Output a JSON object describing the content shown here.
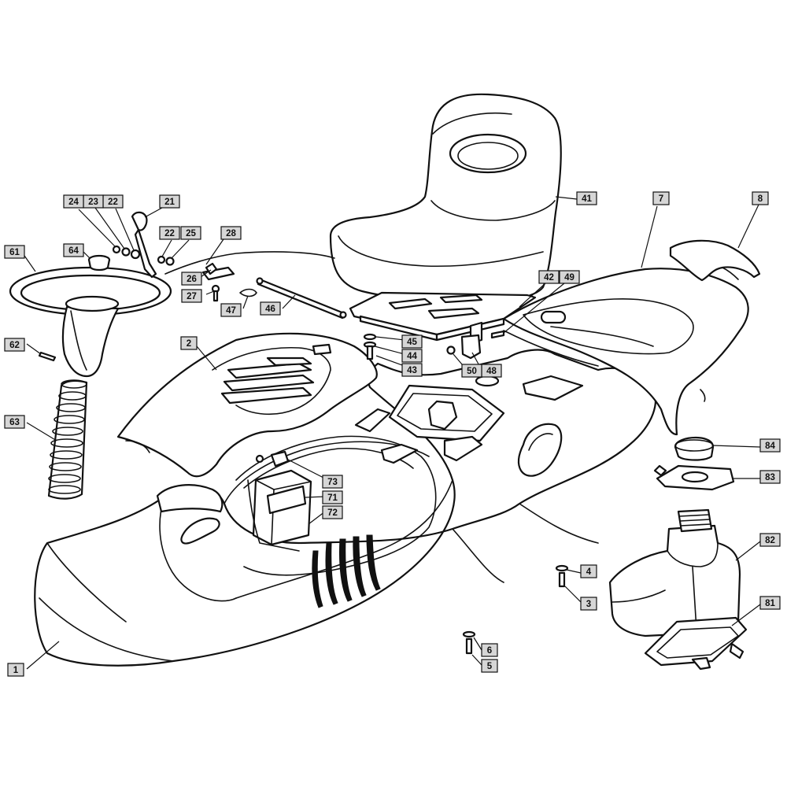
{
  "labels": [
    {
      "id": "1",
      "text": "1"
    },
    {
      "id": "2",
      "text": "2"
    },
    {
      "id": "3",
      "text": "3"
    },
    {
      "id": "4",
      "text": "4"
    },
    {
      "id": "5",
      "text": "5"
    },
    {
      "id": "6",
      "text": "6"
    },
    {
      "id": "7",
      "text": "7"
    },
    {
      "id": "8",
      "text": "8"
    },
    {
      "id": "21",
      "text": "21"
    },
    {
      "id": "22a",
      "text": "22"
    },
    {
      "id": "22b",
      "text": "22"
    },
    {
      "id": "23",
      "text": "23"
    },
    {
      "id": "24",
      "text": "24"
    },
    {
      "id": "25",
      "text": "25"
    },
    {
      "id": "26",
      "text": "26"
    },
    {
      "id": "27",
      "text": "27"
    },
    {
      "id": "28",
      "text": "28"
    },
    {
      "id": "41",
      "text": "41"
    },
    {
      "id": "42",
      "text": "42"
    },
    {
      "id": "43",
      "text": "43"
    },
    {
      "id": "44",
      "text": "44"
    },
    {
      "id": "45",
      "text": "45"
    },
    {
      "id": "46",
      "text": "46"
    },
    {
      "id": "47",
      "text": "47"
    },
    {
      "id": "48",
      "text": "48"
    },
    {
      "id": "49",
      "text": "49"
    },
    {
      "id": "50",
      "text": "50"
    },
    {
      "id": "61",
      "text": "61"
    },
    {
      "id": "62",
      "text": "62"
    },
    {
      "id": "63",
      "text": "63"
    },
    {
      "id": "64",
      "text": "64"
    },
    {
      "id": "71",
      "text": "71"
    },
    {
      "id": "72",
      "text": "72"
    },
    {
      "id": "73",
      "text": "73"
    },
    {
      "id": "81",
      "text": "81"
    },
    {
      "id": "82",
      "text": "82"
    },
    {
      "id": "83",
      "text": "83"
    },
    {
      "id": "84",
      "text": "84"
    }
  ]
}
